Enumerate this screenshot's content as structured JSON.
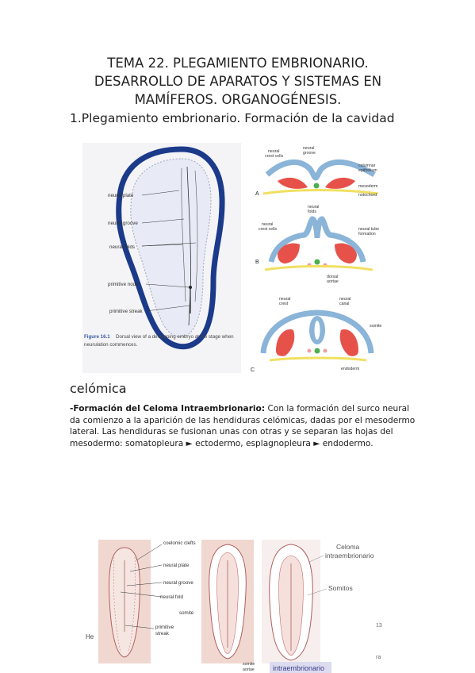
{
  "title_lines": [
    "TEMA 22. PLEGAMIENTO EMBRIONARIO.",
    "DESARROLLO DE APARATOS Y SISTEMAS EN",
    "MAMÍFEROS. ORGANOGÉNESIS."
  ],
  "section_heading": "1.Plegamiento embrionario. Formación de la cavidad",
  "section_heading_cont": "celómica",
  "paragraph": {
    "bold": "-Formación del Celoma Intraembrionario:",
    "text": " Con la formación del surco neural da comienzo a la aparición de las hendiduras celómicas, dadas por el mesodermo lateral. Las hendiduras se fusionan unas con otras y se separan las hojas del mesodermo: somatopleura ► ectodermo, esplagnopleura ► endodermo."
  },
  "figure_dorsal": {
    "labels": [
      "neural plate",
      "neural groove",
      "neural folds",
      "primitive node",
      "primitive streak"
    ],
    "caption_bold": "Figure 16.1",
    "caption_lines": [
      "Dorsal view of a developing embryo at the stage when",
      "neurulation commences."
    ]
  },
  "figure_sections": {
    "A": {
      "letter": "A",
      "labels": [
        "neural",
        "crest cells",
        "neural",
        "groove",
        "columnar",
        "epithelium",
        "mesoderm",
        "notochord"
      ]
    },
    "B": {
      "letter": "B",
      "labels": [
        "neural",
        "folds",
        "neural",
        "crest cells",
        "neural tube",
        "formation",
        "dorsal",
        "aortae"
      ]
    },
    "C": {
      "letter": "C",
      "labels": [
        "neural",
        "crest",
        "neural",
        "canal",
        "somite",
        "endoderm"
      ]
    }
  },
  "figure_bottom": {
    "labels": [
      "coelomic clefts",
      "neural plate",
      "neural groove",
      "neural fold",
      "somite",
      "primitive",
      "streak"
    ],
    "handwritten": [
      "Celoma",
      "intraembrionario",
      "Somitos"
    ],
    "cut_bottom": [
      "somite",
      "aortae"
    ],
    "tag": "intraembrionario",
    "left_fragment": "He",
    "right_fragments": [
      "13",
      "ra"
    ]
  }
}
